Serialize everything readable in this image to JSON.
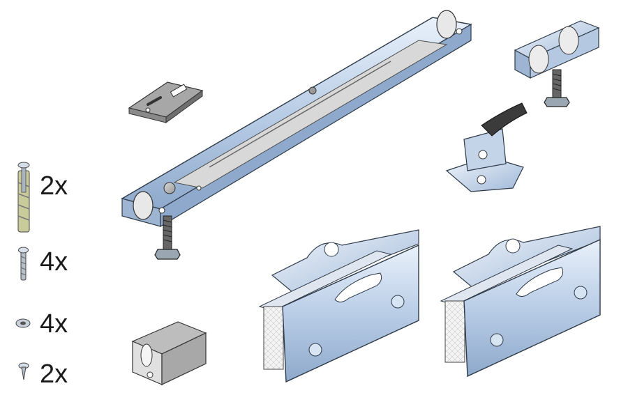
{
  "quantities": {
    "wall_plug_screw": "2x",
    "screw": "4x",
    "nut": "4x",
    "small_screw": "2x"
  }
}
